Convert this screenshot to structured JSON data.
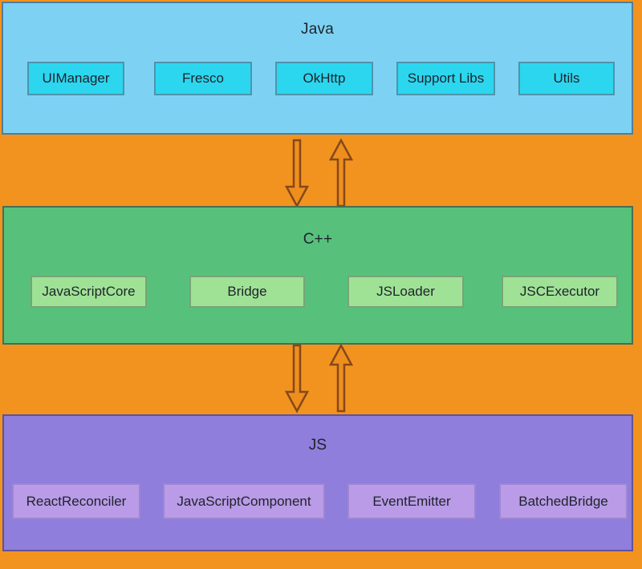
{
  "diagram": {
    "background_color": "#F3931F",
    "text_color": "#1E232B",
    "arrows": {
      "fill": "#EE8E1D",
      "stroke": "#84491B",
      "gaps": [
        {
          "from": "Java",
          "to": "C++",
          "icons": [
            "down-arrow-icon",
            "up-arrow-icon"
          ]
        },
        {
          "from": "C++",
          "to": "JS",
          "icons": [
            "down-arrow-icon",
            "up-arrow-icon"
          ]
        }
      ]
    },
    "layers": [
      {
        "label": "Java",
        "bg": "#7DD2F4",
        "border": "#4E7E9B",
        "box_bg": "#2CD6EF",
        "box_border": "#4D94AC",
        "boxes": [
          "UIManager",
          "Fresco",
          "OkHttp",
          "Support Libs",
          "Utils"
        ]
      },
      {
        "label": "C++",
        "bg": "#57C17B",
        "border": "#456F52",
        "box_bg": "#9FE296",
        "box_border": "#78A478",
        "boxes": [
          "JavaScriptCore",
          "Bridge",
          "JSLoader",
          "JSCExecutor"
        ]
      },
      {
        "label": "JS",
        "bg": "#8F7EDB",
        "border": "#5F5299",
        "box_bg": "#B99BE7",
        "box_border": "#9D86D2",
        "boxes": [
          "ReactReconciler",
          "JavaScriptComponent",
          "EventEmitter",
          "BatchedBridge"
        ]
      }
    ]
  }
}
